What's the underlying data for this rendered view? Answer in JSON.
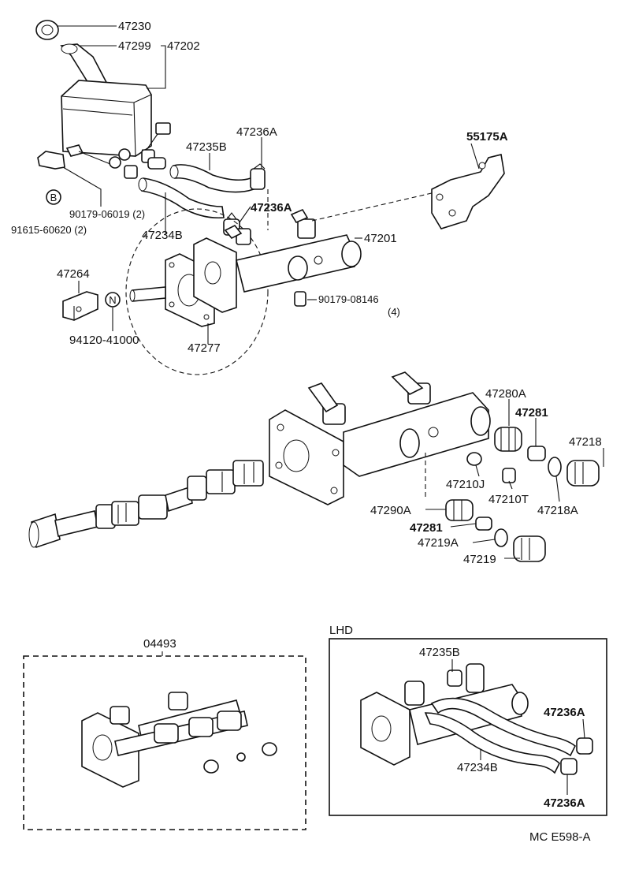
{
  "labels": {
    "p47230": "47230",
    "p47299": "47299",
    "p47202": "47202",
    "p47236A_top": "47236A",
    "p47235B": "47235B",
    "p55175A": "55175A",
    "p47236A_mid": "47236A",
    "p90179_06019": "90179-06019 (2)",
    "p91615_60620": "91615-60620 (2)",
    "p47234B": "47234B",
    "p47201": "47201",
    "p47264": "47264",
    "p90179_08146": "90179-08146",
    "p90179_08146_qty": "(4)",
    "p94120_41000": "94120-41000",
    "p47277": "47277",
    "p47280A": "47280A",
    "p47281_a": "47281",
    "p47218": "47218",
    "p47210J": "47210J",
    "p47210T": "47210T",
    "p47218A": "47218A",
    "p47290A": "47290A",
    "p47281_b": "47281",
    "p47219A": "47219A",
    "p47219": "47219",
    "p04493": "04493",
    "lhd_title": "LHD",
    "lhd_47235B": "47235B",
    "lhd_47236A_a": "47236A",
    "lhd_47234B": "47234B",
    "lhd_47236A_b": "47236A",
    "marker_B": "B",
    "marker_N": "N",
    "footer_code": "MC  E598-A"
  }
}
